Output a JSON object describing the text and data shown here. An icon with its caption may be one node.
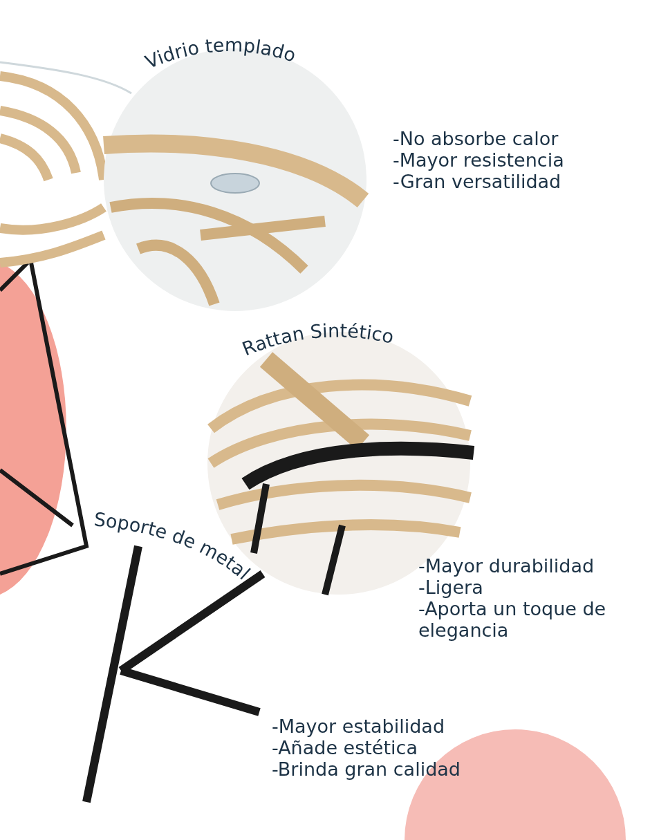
{
  "diagram": {
    "nodes": [
      {
        "text": [
          "Vidrio templado"
        ],
        "beside": [
          "-No absorbe calor",
          "-Mayor resistencia",
          "-Gran versatilidad"
        ]
      },
      {
        "text": [
          "Rattan Sintético"
        ],
        "beside": [
          "-Mayor durabilidad",
          "-Ligera",
          "-Aporta un toque de elegancia"
        ]
      },
      {
        "text": [
          "Soporte de metal"
        ],
        "beside": [
          "-Mayor estabilidad",
          "-Añade estética",
          "-Brinda gran calidad"
        ]
      }
    ]
  }
}
